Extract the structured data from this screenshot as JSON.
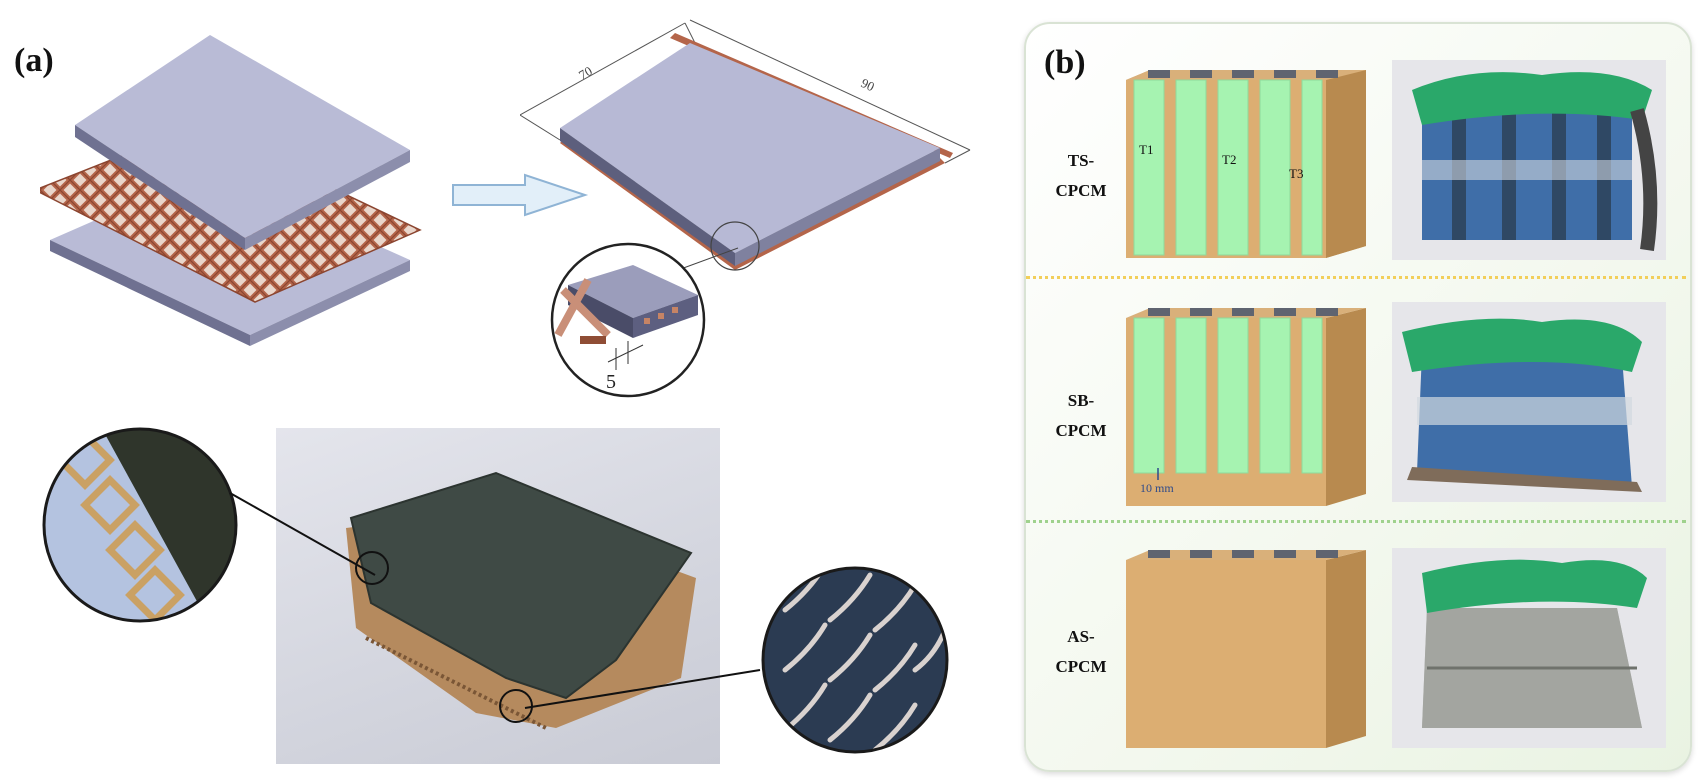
{
  "panel_a": {
    "label": "(a)",
    "dim_width": "70",
    "dim_length": "90",
    "dim_detail": "5"
  },
  "panel_b": {
    "label": "(b)",
    "rows": [
      {
        "line1": "TS-",
        "line2": "CPCM",
        "markers": [
          "T1",
          "T2",
          "T3"
        ]
      },
      {
        "line1": "SB-",
        "line2": "CPCM",
        "dimension": "10 mm"
      },
      {
        "line1": "AS-",
        "line2": "CPCM"
      }
    ],
    "colors": {
      "pcm_box": "#dcae72",
      "tube_green": "#a6f3b1",
      "separator_top": "#f2cf5a",
      "separator_bottom": "#9fd28d",
      "tape_green": "#2aa86a"
    }
  }
}
